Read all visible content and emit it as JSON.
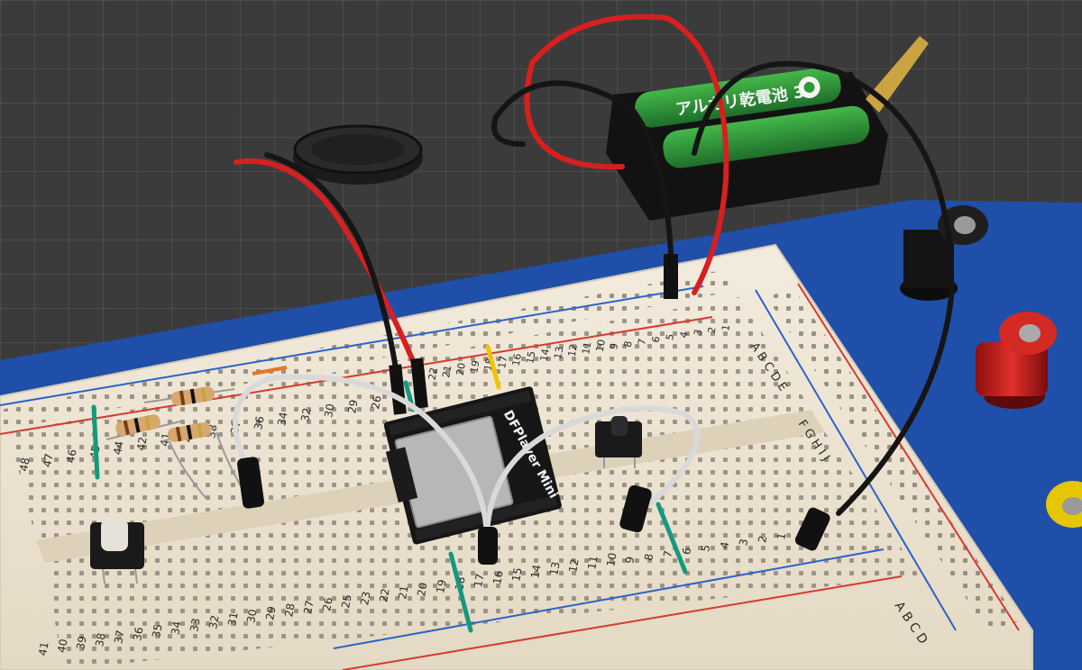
{
  "photo": {
    "subject": "",
    "colors": {
      "mat": "#3b3b3b",
      "mat_grid": "#5a5a5a",
      "base_plate": "#1f4fa8",
      "breadboard": "#efe6d6",
      "hole": "#8e877a",
      "rail_red": "#d63a2f",
      "rail_blue": "#2a63c9",
      "wire_red": "#d81f1f",
      "wire_black": "#151515",
      "wire_white": "#d9d9d9",
      "jumper_green": "#119a7e",
      "jumper_yellow": "#f2c400",
      "battery_green": "#2d9a3a",
      "post_red": "#c21a1a",
      "post_black": "#141414",
      "post_yellow": "#e6c600"
    }
  },
  "labels": {
    "battery_text": "アルカリ乾電池 3",
    "module_brand": "DFPlayer Mini",
    "row_letters_top": "A B C D E",
    "row_letters_bottom": "F G H I J",
    "row_letters_far": "A B C D",
    "numbers_upper_right": [
      "1",
      "2",
      "3",
      "4",
      "5",
      "6",
      "7",
      "8",
      "9",
      "10",
      "11",
      "12",
      "13",
      "14",
      "15",
      "16",
      "17",
      "18",
      "19",
      "20",
      "21",
      "22"
    ],
    "numbers_upper_left": [
      "26",
      "29",
      "30",
      "32",
      "34",
      "36",
      "37",
      "38",
      "40",
      "41",
      "42",
      "44",
      "45",
      "46",
      "47",
      "48"
    ],
    "numbers_lower": [
      "1",
      "2",
      "3",
      "4",
      "5",
      "6",
      "7",
      "8",
      "9",
      "10",
      "11",
      "12",
      "13",
      "14",
      "15",
      "16",
      "17",
      "18",
      "19",
      "20",
      "21",
      "22",
      "23",
      "25",
      "26",
      "27",
      "28",
      "29",
      "30",
      "31",
      "32",
      "33",
      "34",
      "35",
      "36",
      "37",
      "38",
      "39",
      "40",
      "41"
    ]
  }
}
